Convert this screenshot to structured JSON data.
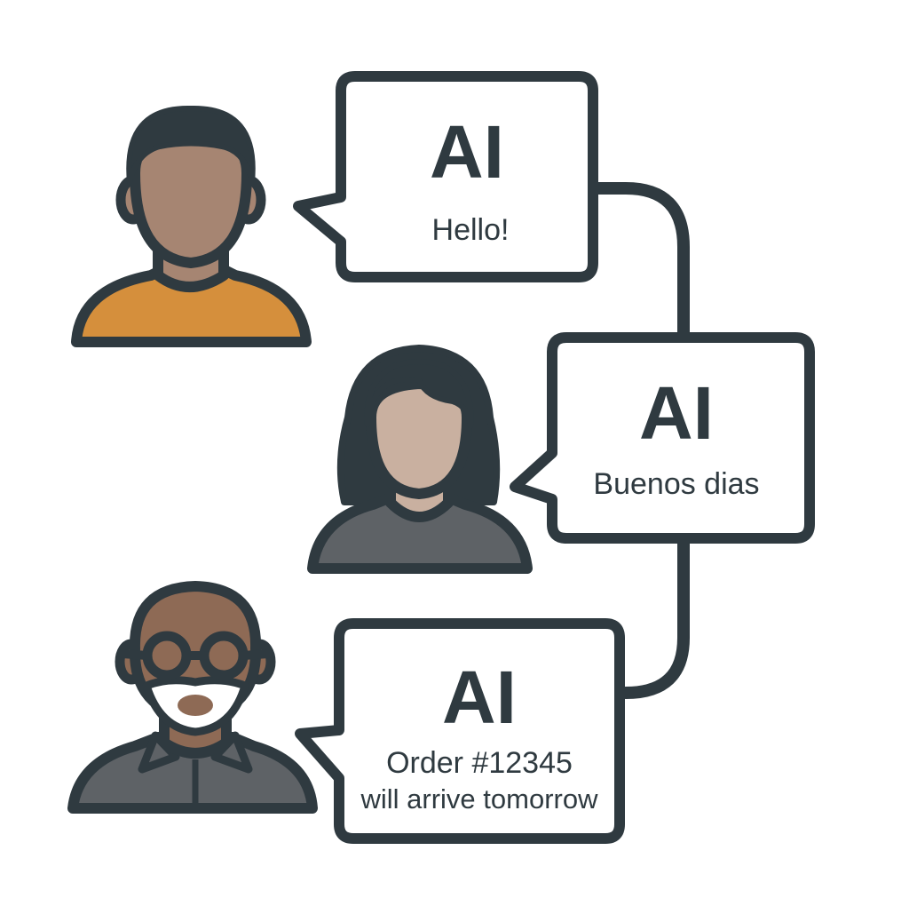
{
  "colors": {
    "outline": "#2f3a40",
    "bubble_fill": "#ffffff",
    "skin_dark": "#a68572",
    "skin_light": "#c9b0a0",
    "skin_older": "#8e6a55",
    "shirt_orange": "#d58f3c",
    "shirt_gray": "#5e6266",
    "hair_dark": "#2f3a40",
    "beard": "#ffffff"
  },
  "bubbles": [
    {
      "badge": "AI",
      "lines": [
        "Hello!"
      ]
    },
    {
      "badge": "AI",
      "lines": [
        "Buenos dias"
      ]
    },
    {
      "badge": "AI",
      "lines": [
        "Order #12345",
        "will arrive tomorrow"
      ]
    }
  ],
  "people": [
    {
      "icon": "man-avatar-icon"
    },
    {
      "icon": "woman-avatar-icon"
    },
    {
      "icon": "bald-man-glasses-avatar-icon"
    }
  ]
}
